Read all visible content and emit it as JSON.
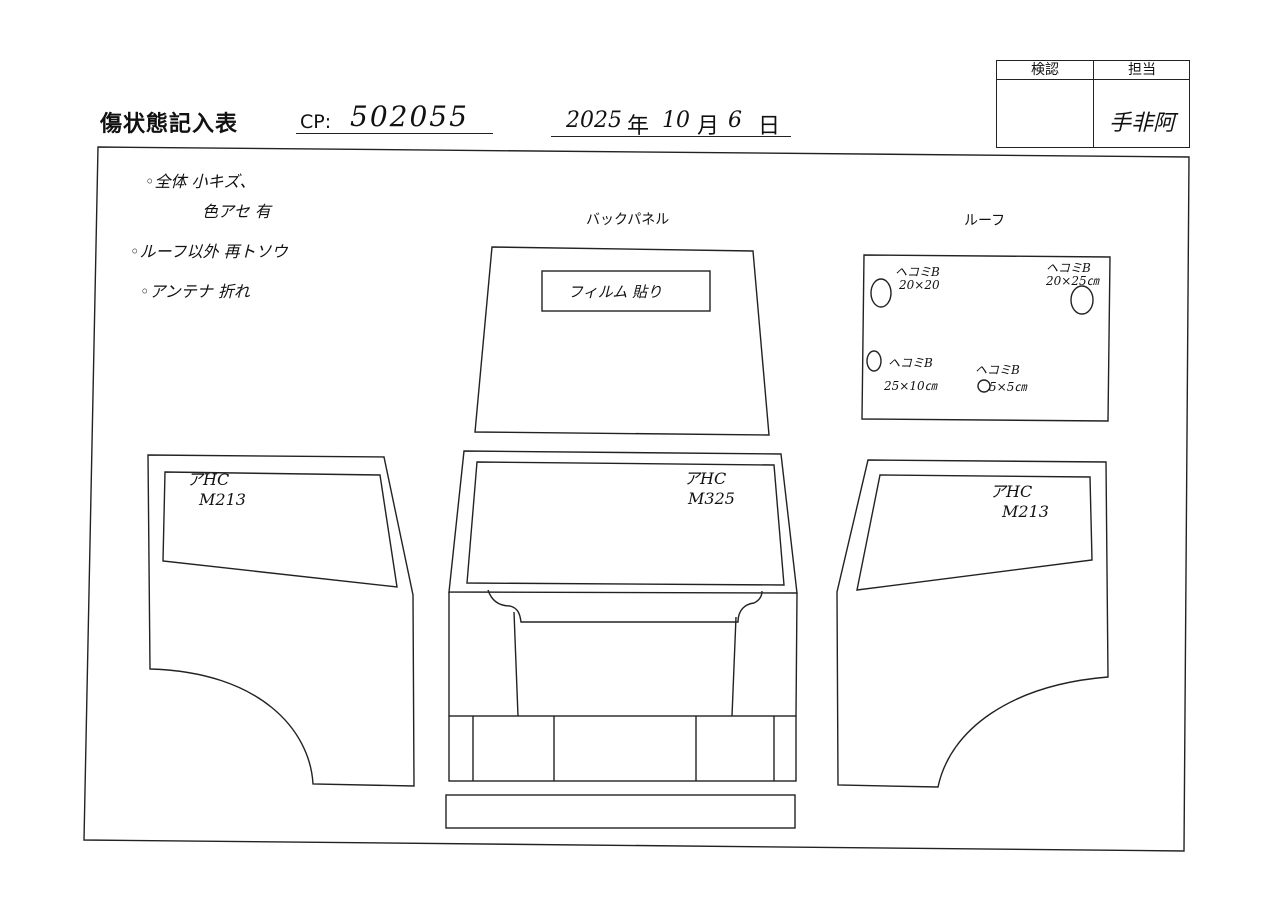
{
  "header": {
    "title": "傷状態記入表",
    "cp_label": "CP:",
    "cp_value": "502055",
    "date": {
      "year": "2025",
      "year_unit": "年",
      "month": "10",
      "month_unit": "月",
      "day": "6",
      "day_unit": "日"
    }
  },
  "approval": {
    "inspection_label": "検認",
    "person_label": "担当",
    "person_signature": "手非阿"
  },
  "notes": {
    "line1a": "◦全体 小キズ、",
    "line1b": "色アセ 有",
    "line2": "◦ルーフ以外 再トソウ",
    "line3": "◦アンテナ 折れ"
  },
  "panels": {
    "back_panel_label": "バックパネル",
    "roof_label": "ルーフ",
    "back_panel_note": "フィルム 貼り"
  },
  "roof_marks": [
    {
      "text1": "ヘコミB",
      "text2": "20×20"
    },
    {
      "text1": "ヘコミB",
      "text2": "20×25㎝"
    },
    {
      "text1": "ヘコミB",
      "text2": "25×10㎝"
    },
    {
      "text1": "ヘコミB",
      "text2": "5×5㎝"
    }
  ],
  "side_labels": {
    "left": {
      "line1": "アHC",
      "line2": "M213"
    },
    "center": {
      "line1": "アHC",
      "line2": "M325"
    },
    "right": {
      "line1": "アHC",
      "line2": "M213"
    }
  }
}
